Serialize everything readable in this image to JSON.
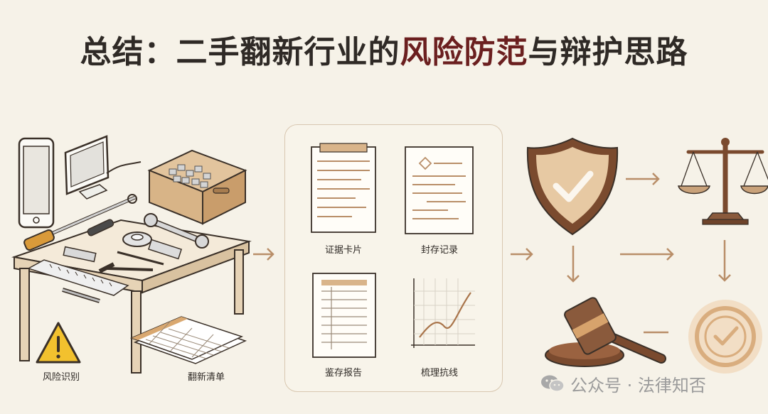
{
  "title": {
    "prefix": "总结：二手翻新行业的",
    "highlight": "风险防范",
    "suffix": "与辩护思路"
  },
  "labels": {
    "risk": "风险识别",
    "renovation_list": "翻新清单",
    "evidence_card": "证据卡片",
    "sealed_record": "封存记录",
    "appraisal_report": "鉴存报告",
    "review_defense": "梳理抗线"
  },
  "watermark": {
    "text": "公众号 · 法律知否"
  },
  "colors": {
    "accent_red": "#6b1f1f",
    "brown": "#8a5a3c",
    "tan": "#c9a27a",
    "text": "#2f2a26"
  },
  "icons": [
    "phone-icon",
    "monitor-icon",
    "wrench-icon",
    "screwdriver-icon",
    "parts-box-icon",
    "warning-icon",
    "document-icon",
    "chart-icon",
    "shield-check-icon",
    "scales-icon",
    "gavel-icon",
    "check-seal-icon",
    "arrow-icon"
  ]
}
